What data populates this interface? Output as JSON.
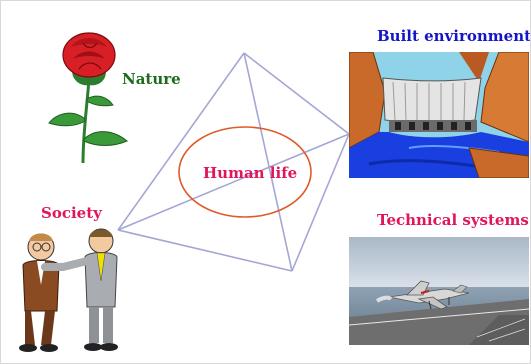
{
  "labels": {
    "nature": "Nature",
    "society": "Society",
    "human_life": "Human life",
    "built_environment": "Built environment",
    "technical_systems": "Technical systems"
  },
  "colors": {
    "nature": "#1e6b1e",
    "society": "#e0155a",
    "human_life": "#e0155a",
    "built_environment": "#1515c8",
    "technical_systems": "#e0155a",
    "tetrahedron_lines": "#a4a6d4",
    "ellipse": "#e05a2a"
  },
  "icons": {
    "nature": "rose-icon",
    "society": "two-men-icon",
    "built_environment": "dam-illustration",
    "technical_systems": "jet-on-carrier-photo"
  }
}
